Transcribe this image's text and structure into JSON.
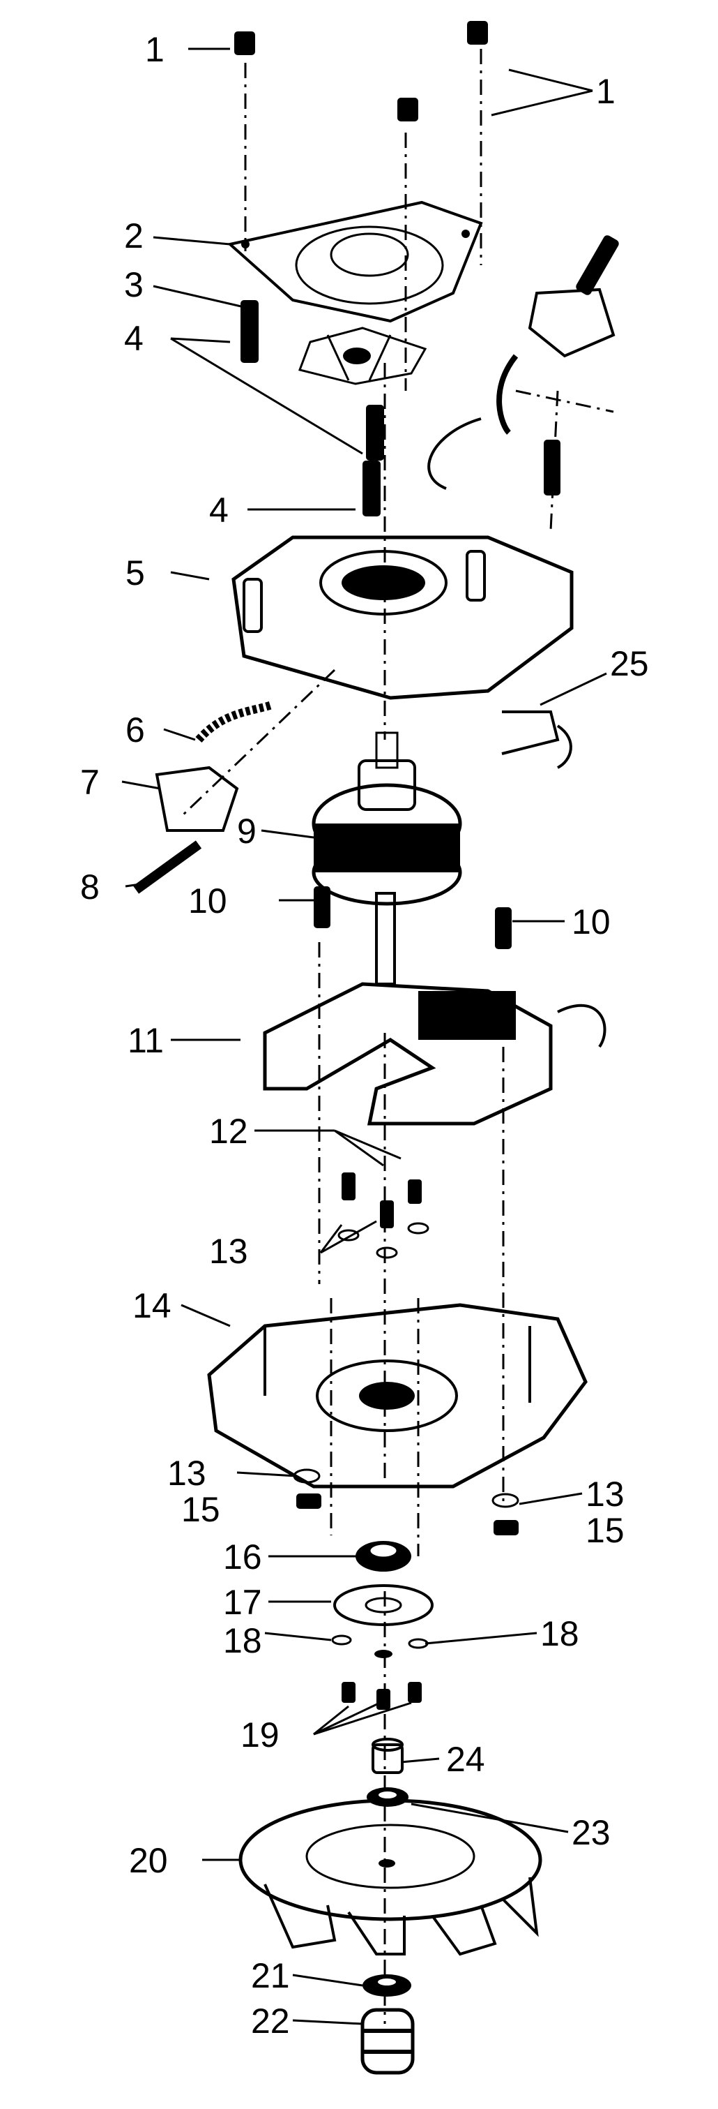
{
  "diagram": {
    "labels": [
      {
        "key": "screws-top-left",
        "text": "1"
      },
      {
        "key": "screws-top-right",
        "text": "1"
      },
      {
        "key": "top-cover",
        "text": "2"
      },
      {
        "key": "fan-upper",
        "text": "3"
      },
      {
        "key": "screws-upper",
        "text": "4"
      },
      {
        "key": "screw-middle",
        "text": "4"
      },
      {
        "key": "motor-housing",
        "text": "5"
      },
      {
        "key": "brush-spring",
        "text": "6"
      },
      {
        "key": "brush-holder",
        "text": "7"
      },
      {
        "key": "brush-screw",
        "text": "8"
      },
      {
        "key": "armature",
        "text": "9"
      },
      {
        "key": "screw-field-left",
        "text": "10"
      },
      {
        "key": "screw-field-right",
        "text": "10"
      },
      {
        "key": "field-coil",
        "text": "11"
      },
      {
        "key": "screws-lower",
        "text": "12"
      },
      {
        "key": "washers-upper",
        "text": "13"
      },
      {
        "key": "lower-housing",
        "text": "14"
      },
      {
        "key": "washer-left",
        "text": "13"
      },
      {
        "key": "nut-left",
        "text": "15"
      },
      {
        "key": "washer-right",
        "text": "13"
      },
      {
        "key": "nut-right",
        "text": "15"
      },
      {
        "key": "bearing",
        "text": "16"
      },
      {
        "key": "bearing-plate",
        "text": "17"
      },
      {
        "key": "washer-plate-left",
        "text": "18"
      },
      {
        "key": "washer-plate-right",
        "text": "18"
      },
      {
        "key": "plate-screws",
        "text": "19"
      },
      {
        "key": "spacer",
        "text": "24"
      },
      {
        "key": "seal-washer",
        "text": "23"
      },
      {
        "key": "impeller",
        "text": "20"
      },
      {
        "key": "lock-washer",
        "text": "21"
      },
      {
        "key": "nut-bottom",
        "text": "22"
      },
      {
        "key": "switch-lead",
        "text": "25"
      }
    ],
    "colors": {
      "ink": "#000000",
      "paper": "#ffffff"
    }
  }
}
